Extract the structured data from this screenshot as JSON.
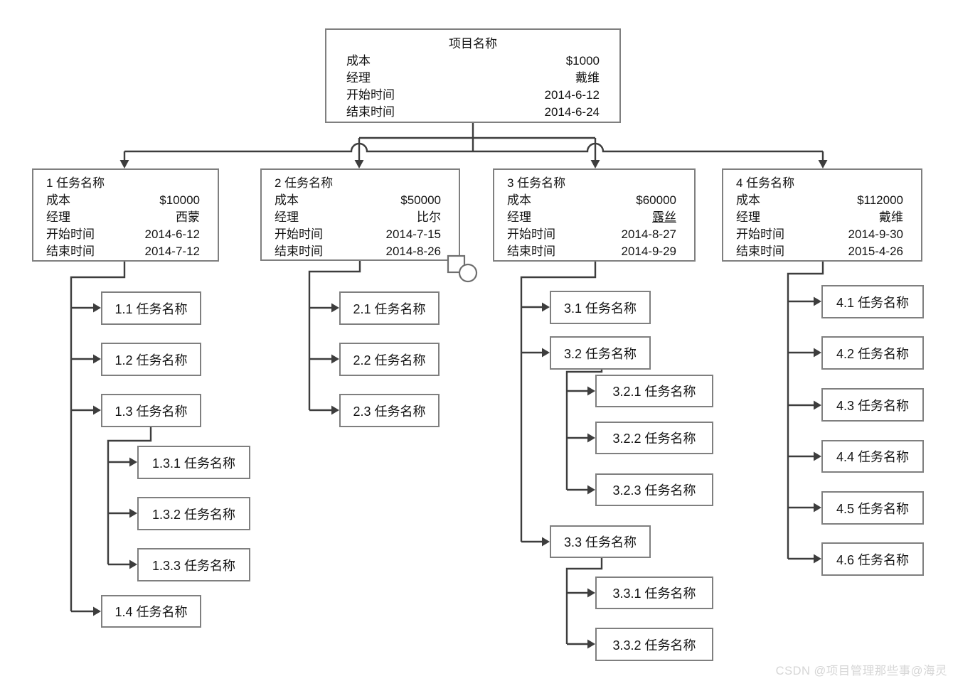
{
  "colors": {
    "box_border": "#7f7f7f",
    "connector": "#3d3d3d",
    "text": "#141414",
    "watermark": "#d6d6d6",
    "anchor": "#6e6e6e"
  },
  "labels": {
    "cost": "成本",
    "manager": "经理",
    "start": "开始时间",
    "end": "结束时间"
  },
  "project": {
    "title": "项目名称",
    "cost": "$1000",
    "manager": "戴维",
    "start": "2014-6-12",
    "end": "2014-6-24"
  },
  "tasks": [
    {
      "title": "1 任务名称",
      "cost": "$10000",
      "manager": "西蒙",
      "start": "2014-6-12",
      "end": "2014-7-12"
    },
    {
      "title": "2 任务名称",
      "cost": "$50000",
      "manager": "比尔",
      "start": "2014-7-15",
      "end": "2014-8-26"
    },
    {
      "title": "3 任务名称",
      "cost": "$60000",
      "manager": "露丝",
      "start": "2014-8-27",
      "end": "2014-9-29"
    },
    {
      "title": "4 任务名称",
      "cost": "$112000",
      "manager": "戴维",
      "start": "2014-9-30",
      "end": "2015-4-26"
    }
  ],
  "subtasks": {
    "s1_1": "1.1 任务名称",
    "s1_2": "1.2 任务名称",
    "s1_3": "1.3 任务名称",
    "s1_3_1": "1.3.1 任务名称",
    "s1_3_2": "1.3.2 任务名称",
    "s1_3_3": "1.3.3 任务名称",
    "s1_4": "1.4 任务名称",
    "s2_1": "2.1 任务名称",
    "s2_2": "2.2 任务名称",
    "s2_3": "2.3 任务名称",
    "s3_1": "3.1 任务名称",
    "s3_2": "3.2 任务名称",
    "s3_2_1": "3.2.1 任务名称",
    "s3_2_2": "3.2.2 任务名称",
    "s3_2_3": "3.2.3 任务名称",
    "s3_3": "3.3 任务名称",
    "s3_3_1": "3.3.1 任务名称",
    "s3_3_2": "3.3.2 任务名称",
    "s4_1": "4.1 任务名称",
    "s4_2": "4.2 任务名称",
    "s4_3": "4.3 任务名称",
    "s4_4": "4.4 任务名称",
    "s4_5": "4.5 任务名称",
    "s4_6": "4.6 任务名称"
  },
  "icons": {
    "object_anchor": "square-circle-anchor-icon"
  },
  "watermark": "CSDN @项目管理那些事@海灵"
}
